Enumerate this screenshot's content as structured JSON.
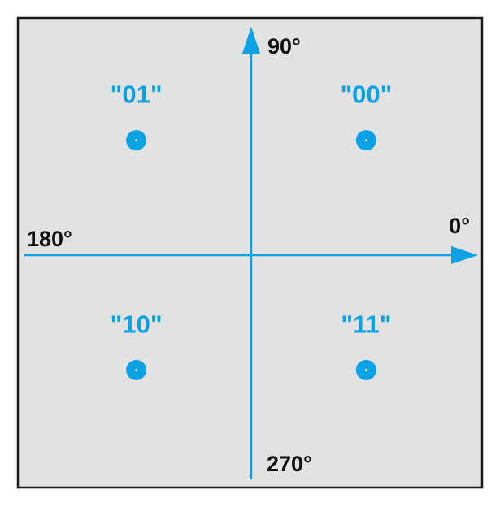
{
  "colors": {
    "background": "#e2e2e2",
    "frame": "#1a1a1a",
    "accent": "#0aa2e4",
    "label_text": "#111111",
    "dot_center": "#ffffff"
  },
  "angles": {
    "right": "0°",
    "top": "90°",
    "left": "180°",
    "bottom": "270°"
  },
  "constellation": [
    {
      "label": "\"00\"",
      "phase_deg": 45
    },
    {
      "label": "\"01\"",
      "phase_deg": 135
    },
    {
      "label": "\"10\"",
      "phase_deg": 225
    },
    {
      "label": "\"11\"",
      "phase_deg": 315
    }
  ]
}
